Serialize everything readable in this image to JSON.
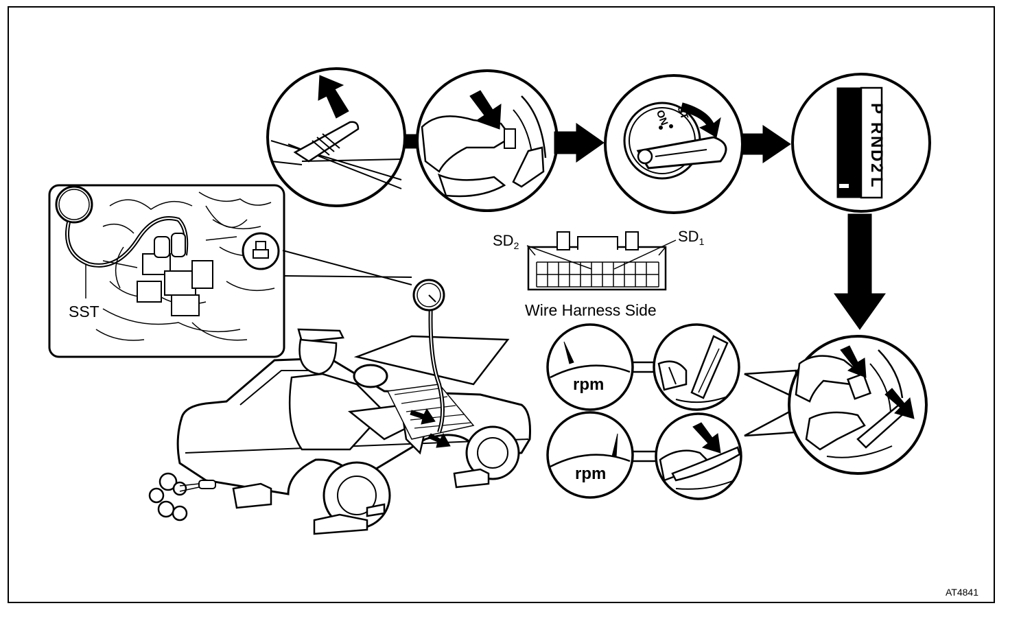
{
  "diagram": {
    "colors": {
      "ink": "#000000",
      "paper": "#ffffff"
    },
    "labels": {
      "sst": "SST",
      "sd2": "SD",
      "sd2_sub": "2",
      "sd1": "SD",
      "sd1_sub": "1",
      "connector_caption": "Wire Harness Side",
      "figure_code": "AT4841",
      "rpm_top": "rpm",
      "rpm_bottom": "rpm",
      "ignition_on": "ON",
      "ignition_start": "ST",
      "shift_p": "P",
      "shift_r": "R",
      "shift_n": "N",
      "shift_d": "D",
      "shift_2": "2",
      "shift_l": "L"
    },
    "icons": [
      "parking-brake-icon",
      "brake-pedal-icon",
      "ignition-key-icon",
      "shift-lever-icon",
      "pressure-gauge-icon",
      "tachometer-icon",
      "accelerator-pedal-icon",
      "flow-arrow-icon"
    ]
  }
}
